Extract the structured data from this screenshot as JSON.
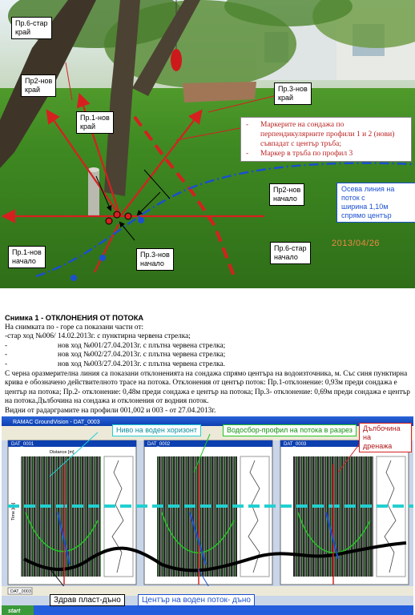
{
  "photo": {
    "labels": {
      "pr6_old_edge": "Пр.6-стар\nкрай",
      "pr2_new_edge": "Пр2-нов\nкрай",
      "pr3_new_edge": "Пр.3-нов\nкрай",
      "pr1_new_edge": "Пр.1-нов\nкрай",
      "pr2_new_start": "Пр2-нов\nначало",
      "pr1_new_start": "Пр.1-нов\nначало",
      "pr3_new_start": "Пр.3-нов\nначало",
      "pr6_old_start": "Пр.6-стар\nначало"
    },
    "notes": [
      "Маркерите на сондажа по перпендикулярните профили 1 и 2 (нови) съвпадат с център тръба;",
      "Маркер в тръба по профил 3"
    ],
    "axis_label": "Осева линия на\nпоток с\nширина 1,10м\nспрямо център",
    "date": "2013/04/26"
  },
  "caption": {
    "title": "Снимка 1 - ОТКЛОНЕНИЯ ОТ ПОТОКА",
    "intro": "На снимката по - горе са показани части от:",
    "line0": "-стар ход №006/ 14.02.2013г. с пунктирна червена стрелка;",
    "items": [
      {
        "dash": "-",
        "text": "нов ход №001/27.04.2013г. с плътна червена стрелка;"
      },
      {
        "dash": "-",
        "text": "нов ход №002/27.04.2013г. с плътна червена стрелка;"
      },
      {
        "dash": "-",
        "text": "нов ход №003/27.04.2013г. с плътна червена стрелка."
      }
    ],
    "body": "С черна оразмерителна линия са показани отклоненията на сондажа спрямо центъра на водоизточника, м. Със синя пунктирна крива е обозначено действителното трасе на потока. Отклонения от център поток: Пр.1-отклонение: 0,93м преди сондажа е център на потока; Пр.2- отклонение: 0,48м преди сондажа е център на потока; Пр.3- отклонение: 0,69м преди сондажа е център на потока.Дълбочина на сондажа и отклонения от водния поток.",
    "footer": "Видни от радарграмите на профили 001,002 и 003 - от 27.04.2013г."
  },
  "screenshot": {
    "labels": {
      "water_level": "Ниво на воден хоризонт",
      "catchment": "Водосбор-профил на потока в разрез",
      "drain_depth": "Дълбочина на\nдренажа",
      "healthy_layer": "Здрав пласт-дъно",
      "stream_center": "Център на воден поток- дъно"
    },
    "window_title": "RAMAC GroundVision - DAT_0003",
    "panel_titles": [
      "DAT_0001",
      "DAT_0002",
      "DAT_0003"
    ],
    "axis_distance": "Distance [m]",
    "axis_time": "Time [ns]",
    "bottom_tab": "DAT_0003",
    "taskbar_start": "start"
  },
  "colors": {
    "red": "#d62020",
    "blue": "#1a4fd0",
    "grass": "#4f9a2a",
    "cyan": "#22d0d0"
  }
}
